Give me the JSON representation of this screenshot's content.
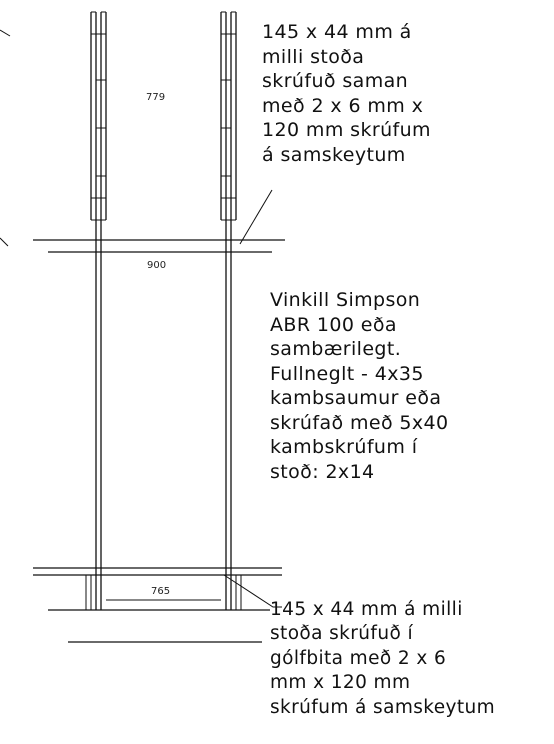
{
  "dimensions": {
    "top_span": "779",
    "middle_span": "900",
    "bottom_span": "765"
  },
  "notes": {
    "top": [
      "145 x 44 mm á",
      "milli stoða",
      "skrúfuð saman",
      "með 2 x 6 mm x",
      "120 mm skrúfum",
      "á samskeytum"
    ],
    "middle": [
      "Vinkill Simpson",
      "ABR 100 eða",
      "sambærilegt.",
      "Fullneglt - 4x35",
      "kambsaumur eða",
      "skrúfað með 5x40",
      "kambskrúfum í",
      "stoð: 2x14"
    ],
    "bottom": [
      "145 x 44 mm á milli",
      "stoða skrúfuð í",
      "gólfbita með 2 x 6",
      "mm x 120 mm",
      "skrúfum á samskeytum"
    ]
  }
}
